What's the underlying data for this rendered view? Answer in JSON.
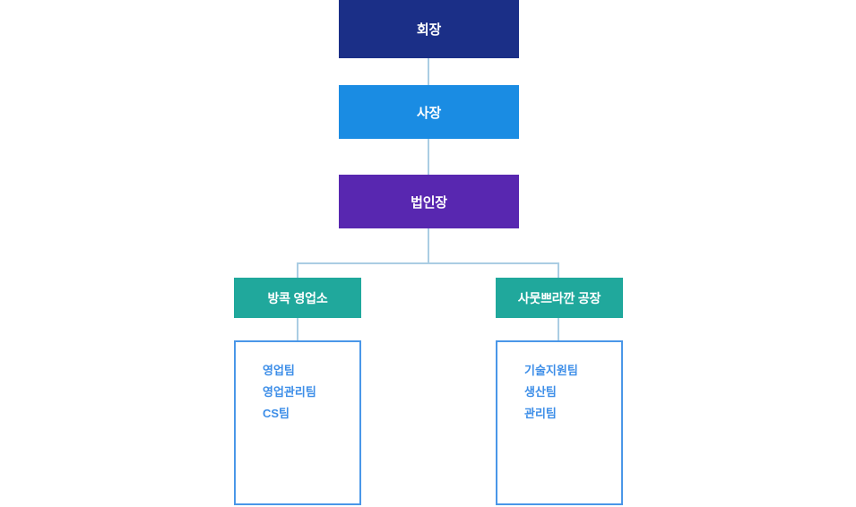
{
  "chart_data": {
    "type": "diagram",
    "subtype": "organization-chart",
    "title": "",
    "orientation": "top-down",
    "colors": {
      "chairman": "#1b2f87",
      "president": "#1a8ce3",
      "corporation_head": "#5827b0",
      "unit": "#20a89c",
      "team_box_border": "#4a97e8",
      "team_text": "#3d8ee8",
      "connector": "#aacde3",
      "node_text": "#ffffff",
      "background": "#ffffff"
    },
    "levels": [
      {
        "level": 1,
        "nodes": [
          "회장"
        ]
      },
      {
        "level": 2,
        "nodes": [
          "사장"
        ]
      },
      {
        "level": 3,
        "nodes": [
          "법인장"
        ]
      },
      {
        "level": 4,
        "nodes": [
          "방콕 영업소",
          "사뭇쁘라깐 공장"
        ]
      },
      {
        "level": 5,
        "nodes": [
          "영업팀",
          "영업관리팀",
          "CS팀",
          "기술지원팀",
          "생산팀",
          "관리팀"
        ]
      }
    ],
    "edges": [
      {
        "from": "회장",
        "to": "사장"
      },
      {
        "from": "사장",
        "to": "법인장"
      },
      {
        "from": "법인장",
        "to": "방콕 영업소"
      },
      {
        "from": "법인장",
        "to": "사뭇쁘라깐 공장"
      },
      {
        "from": "방콕 영업소",
        "to": "영업팀"
      },
      {
        "from": "방콕 영업소",
        "to": "영업관리팀"
      },
      {
        "from": "방콕 영업소",
        "to": "CS팀"
      },
      {
        "from": "사뭇쁘라깐 공장",
        "to": "기술지원팀"
      },
      {
        "from": "사뭇쁘라깐 공장",
        "to": "생산팀"
      },
      {
        "from": "사뭇쁘라깐 공장",
        "to": "관리팀"
      }
    ]
  },
  "chart": {
    "chairman": {
      "label": "회장"
    },
    "president": {
      "label": "사장"
    },
    "corporation_head": {
      "label": "법인장"
    },
    "units": [
      {
        "label": "방콕 영업소",
        "teams": [
          {
            "label": "영업팀"
          },
          {
            "label": "영업관리팀"
          },
          {
            "label": "CS팀"
          }
        ]
      },
      {
        "label": "사뭇쁘라깐 공장",
        "teams": [
          {
            "label": "기술지원팀"
          },
          {
            "label": "생산팀"
          },
          {
            "label": "관리팀"
          }
        ]
      }
    ]
  }
}
